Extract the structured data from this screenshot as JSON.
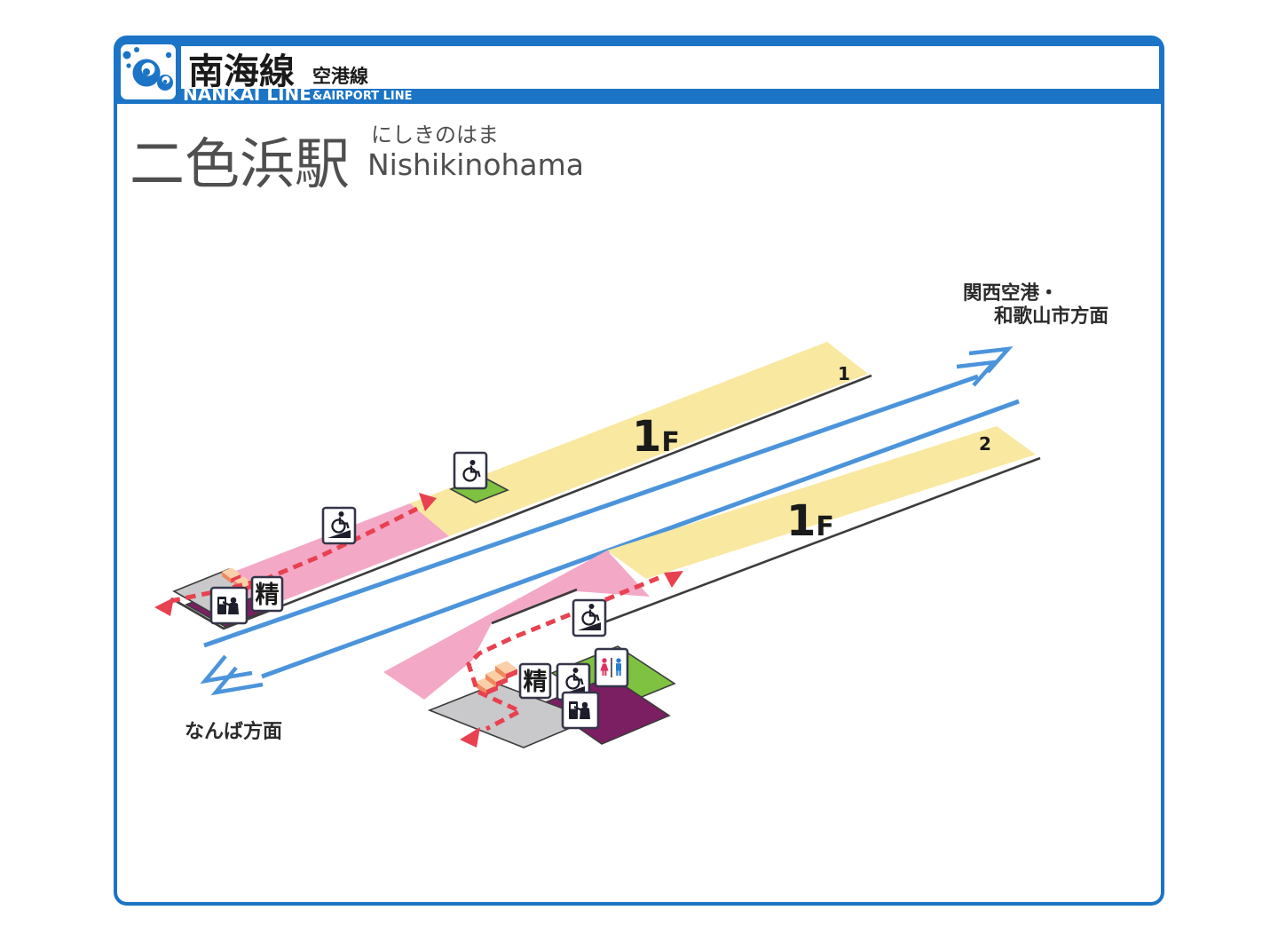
{
  "header": {
    "logo": "nankai-wave-logo",
    "line_name_jp": "南海線",
    "line_sub_jp": "空港線",
    "line_name_en": "NANKAI LINE",
    "line_sub_en": "&AIRPORT LINE"
  },
  "station": {
    "name_jp": "二色浜駅",
    "name_kana": "にしきのはま",
    "name_en": "Nishikinohama"
  },
  "map": {
    "platform1": {
      "floor_num": "1",
      "floor_suffix": "F",
      "number": "1"
    },
    "platform2": {
      "floor_num": "1",
      "floor_suffix": "F",
      "number": "2"
    },
    "direction_up": {
      "line1": "関西空港・",
      "line2": "和歌山市方面"
    },
    "direction_down": "なんば方面",
    "fare_adjustment_label": "精",
    "icons": [
      "wheelchair-icon",
      "wheelchair-ramp-icon",
      "toilet-icon",
      "ticket-machine-icon",
      "ticket-gate",
      "fare-adjustment-machine"
    ]
  },
  "colors": {
    "brand_blue": "#1b74c5",
    "track_blue": "#4b94db",
    "route_red": "#e8414f",
    "platform_yellow": "#f9e8a0",
    "ramp_pink": "#f3a8c6",
    "pad_green": "#7fc241",
    "pad_purple": "#7b1e62",
    "pad_gray": "#c9c9cb",
    "female_red": "#e0305e",
    "male_blue": "#2b7bd1"
  }
}
